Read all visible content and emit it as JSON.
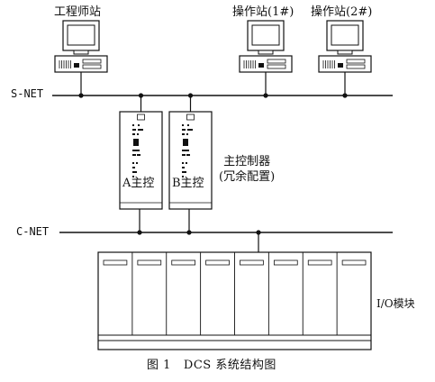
{
  "workstations": [
    {
      "name": "engineer",
      "label": "工程师站"
    },
    {
      "name": "op1",
      "label": "操作站(1#)"
    },
    {
      "name": "op2",
      "label": "操作站(2#)"
    }
  ],
  "networks": {
    "snet": "S-NET",
    "cnet": "C-NET"
  },
  "controllers": {
    "title_line1": "主控制器",
    "title_line2": "(冗余配置)",
    "a_label": "A主控",
    "b_label": "B主控"
  },
  "io": {
    "label": "I/O模块",
    "module_count": 8
  },
  "caption": {
    "figure": "图 1",
    "text": "DCS 系统结构图"
  },
  "colors": {
    "line": "#111111",
    "background": "#ffffff"
  }
}
